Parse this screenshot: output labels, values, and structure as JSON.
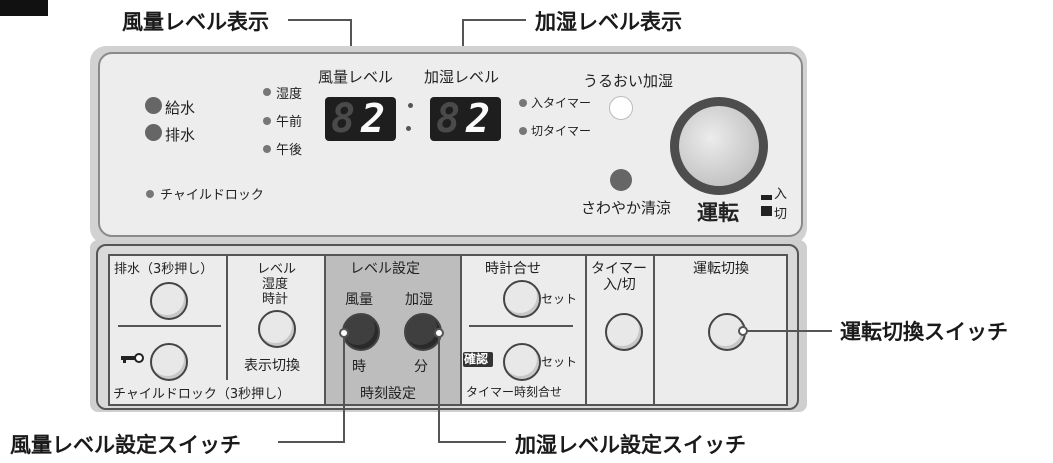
{
  "callouts": {
    "fan_level_display": "風量レベル表示",
    "humid_level_display": "加湿レベル表示",
    "run_mode_switch": "運転切換スイッチ",
    "fan_level_switch": "風量レベル設定スイッチ",
    "humid_level_switch": "加湿レベル設定スイッチ"
  },
  "upper_panel": {
    "water_supply": "給水",
    "drain": "排水",
    "humidity": "湿度",
    "am": "午前",
    "pm": "午後",
    "child_lock": "チャイルドロック",
    "fan_level_label": "風量レベル",
    "humid_level_label": "加湿レベル",
    "fan_display": {
      "unlit": "8",
      "lit": "2"
    },
    "humid_display": {
      "unlit": "8",
      "lit": "2"
    },
    "on_timer": "入タイマー",
    "off_timer": "切タイマー",
    "uruoi": "うるおい加湿",
    "sawayaka": "さわやか清涼",
    "run": "運転",
    "on": "入",
    "off": "切"
  },
  "lower_panel": {
    "drain_btn": "排水（3秒押し）",
    "child_lock_btn": "チャイルドロック（3秒押し）",
    "level_line1": "レベル",
    "level_line2": "湿度",
    "level_line3": "時計",
    "display_switch": "表示切換",
    "level_setting": "レベル設定",
    "fan": "風量",
    "humid": "加湿",
    "hour": "時",
    "minute": "分",
    "time_setting": "時刻設定",
    "clock_set": "時計合せ",
    "set1": "セット",
    "confirm": "確認",
    "set2": "セット",
    "timer_time_set": "タイマー時刻合せ",
    "timer": "タイマー",
    "timer_onoff": "入/切",
    "run_switch": "運転切換"
  }
}
